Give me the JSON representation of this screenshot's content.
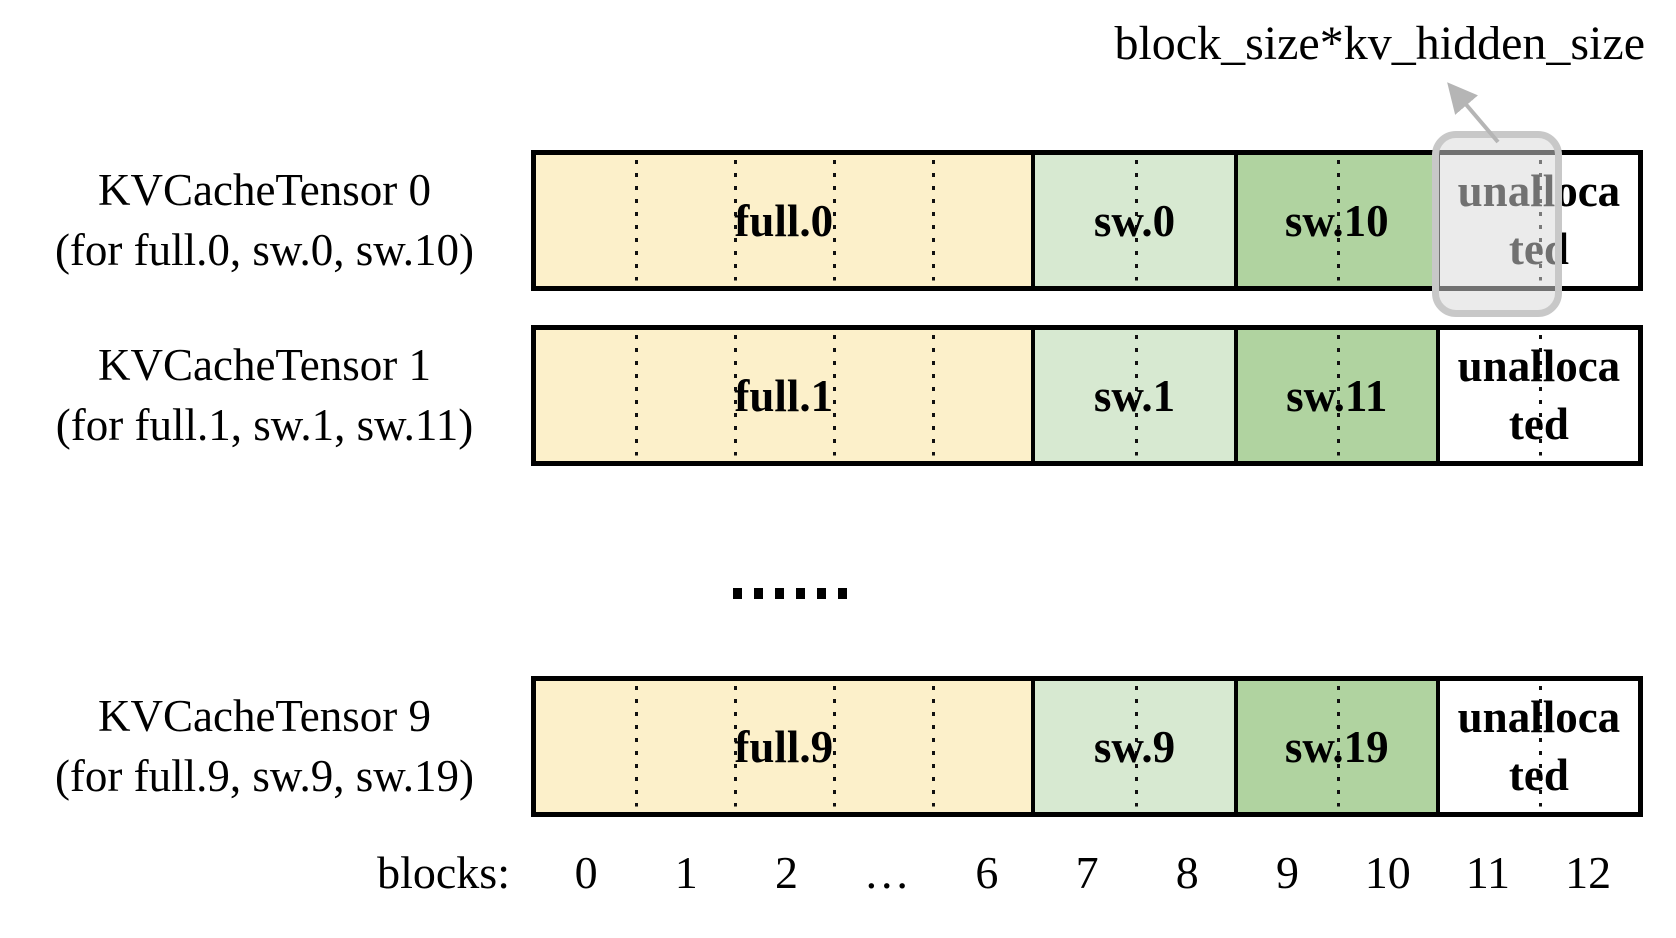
{
  "figure": {
    "annotation": "block_size*kv_hidden_size",
    "ellipsis": "……",
    "axis": {
      "label": "blocks:",
      "ticks": [
        "0",
        "1",
        "2",
        "…",
        "6",
        "7",
        "8",
        "9",
        "10",
        "11",
        "12"
      ]
    },
    "tensors": [
      {
        "title": "KVCacheTensor 0",
        "subtitle": "(for full.0, sw.0, sw.10)",
        "highlight_block": true,
        "sections": [
          {
            "label": "full.0",
            "kind": "full",
            "blocks": 5
          },
          {
            "label": "sw.0",
            "kind": "sw-light",
            "blocks": 2
          },
          {
            "label": "sw.10",
            "kind": "sw-dark",
            "blocks": 2
          },
          {
            "label": "unallocated",
            "kind": "unallocated",
            "blocks": 2
          }
        ]
      },
      {
        "title": "KVCacheTensor 1",
        "subtitle": "(for full.1, sw.1, sw.11)",
        "highlight_block": false,
        "sections": [
          {
            "label": "full.1",
            "kind": "full",
            "blocks": 5
          },
          {
            "label": "sw.1",
            "kind": "sw-light",
            "blocks": 2
          },
          {
            "label": "sw.11",
            "kind": "sw-dark",
            "blocks": 2
          },
          {
            "label": "unallocated",
            "kind": "unallocated",
            "blocks": 2
          }
        ]
      },
      {
        "title": "KVCacheTensor 9",
        "subtitle": "(for full.9, sw.9, sw.19)",
        "highlight_block": false,
        "sections": [
          {
            "label": "full.9",
            "kind": "full",
            "blocks": 5
          },
          {
            "label": "sw.9",
            "kind": "sw-light",
            "blocks": 2
          },
          {
            "label": "sw.19",
            "kind": "sw-dark",
            "blocks": 2
          },
          {
            "label": "unallocated",
            "kind": "unallocated",
            "blocks": 2
          }
        ]
      }
    ],
    "colors": {
      "full": "#FCF0CA",
      "sw_light": "#D7E9D1",
      "sw_dark": "#B0D3A0",
      "unallocated": "#FFFFFF",
      "outline": "#000000",
      "highlight_border": "#C8C8C8",
      "highlight_fill": "rgba(217,217,217,0.52)",
      "arrow": "#B5B5B5"
    }
  }
}
